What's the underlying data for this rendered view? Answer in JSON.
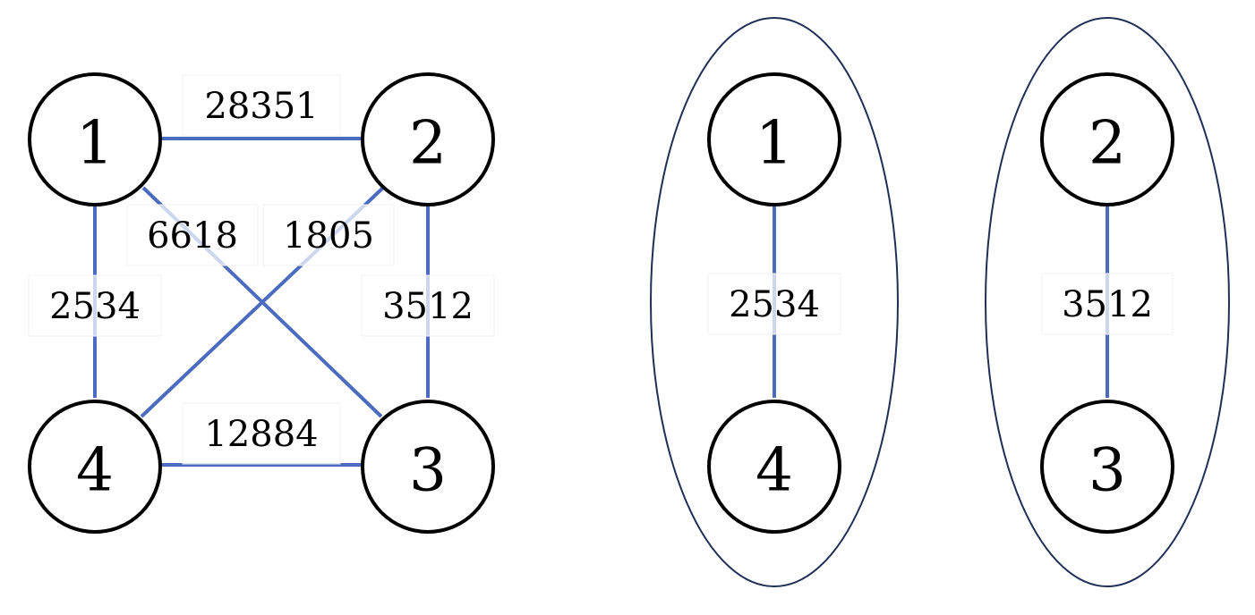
{
  "colors": {
    "edge": "#4a6bbf",
    "node_stroke": "#000000",
    "cluster_stroke": "#1f2f55",
    "background": "#ffffff"
  },
  "left_graph": {
    "nodes": [
      {
        "id": "1",
        "label": "1"
      },
      {
        "id": "2",
        "label": "2"
      },
      {
        "id": "3",
        "label": "3"
      },
      {
        "id": "4",
        "label": "4"
      }
    ],
    "edges": [
      {
        "from": "1",
        "to": "2",
        "weight": "28351"
      },
      {
        "from": "1",
        "to": "3",
        "weight": "6618"
      },
      {
        "from": "4",
        "to": "2",
        "weight": "1805"
      },
      {
        "from": "1",
        "to": "4",
        "weight": "2534"
      },
      {
        "from": "2",
        "to": "3",
        "weight": "3512"
      },
      {
        "from": "4",
        "to": "3",
        "weight": "12884"
      }
    ]
  },
  "right_clusters": [
    {
      "nodes": [
        {
          "id": "1",
          "label": "1"
        },
        {
          "id": "4",
          "label": "4"
        }
      ],
      "edge": {
        "from": "1",
        "to": "4",
        "weight": "2534"
      }
    },
    {
      "nodes": [
        {
          "id": "2",
          "label": "2"
        },
        {
          "id": "3",
          "label": "3"
        }
      ],
      "edge": {
        "from": "2",
        "to": "3",
        "weight": "3512"
      }
    }
  ]
}
